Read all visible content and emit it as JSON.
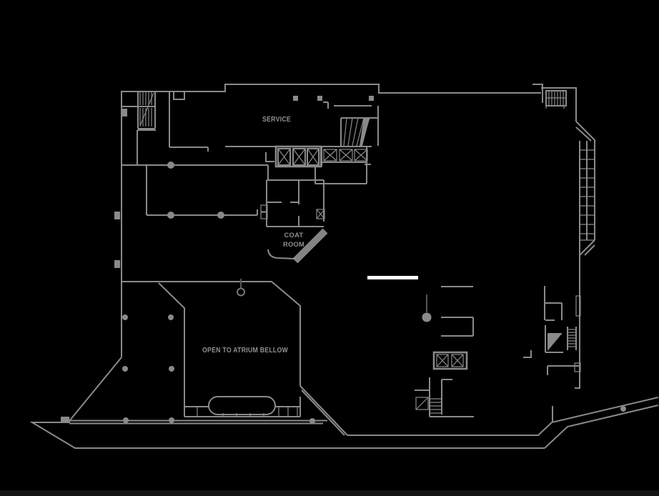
{
  "drawing": {
    "type": "architectural-floor-plan",
    "background_color": "#000000",
    "line_color": "#8a8a8a",
    "text_color": "#909090",
    "highlight_color": "#ffffff"
  },
  "labels": {
    "service": "SERVICE",
    "coat_room_line1": "COAT",
    "coat_room_line2": "ROOM",
    "atrium": "OPEN TO ATRIUM BELLOW"
  }
}
